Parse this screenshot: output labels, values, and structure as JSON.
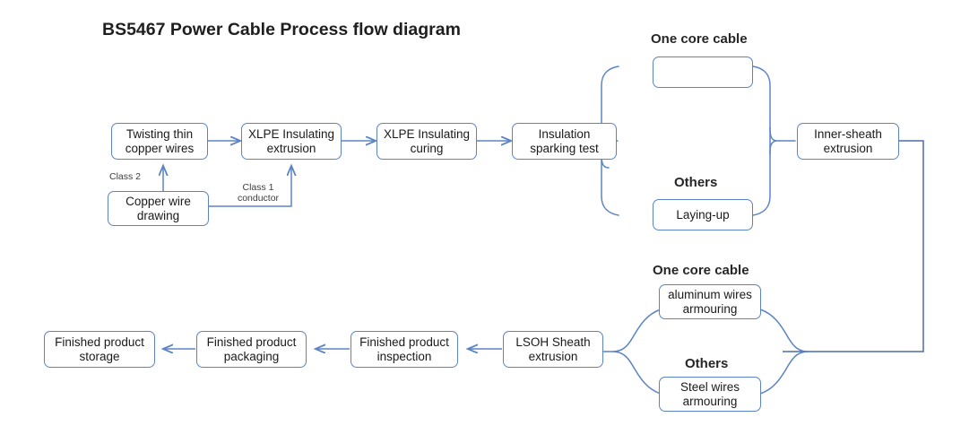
{
  "title": "BS5467 Power Cable Process flow diagram",
  "colors": {
    "box_border": "#5B84C4",
    "connector": "#5B84C4",
    "thick_arrow": "#2E5399",
    "text": "#1a1a1a",
    "group_label": "#262626",
    "background": "#ffffff"
  },
  "nodes": {
    "twisting": {
      "label": "Twisting thin\ncopper wires"
    },
    "copper_drawing": {
      "label": "Copper wire\ndrawing"
    },
    "xlpe_extrusion": {
      "label": "XLPE Insulating\nextrusion"
    },
    "xlpe_curing": {
      "label": "XLPE Insulating\ncuring"
    },
    "sparking_test": {
      "label": "Insulation\nsparking test"
    },
    "one_core_arrow": {
      "label": ""
    },
    "laying_up": {
      "label": "Laying-up"
    },
    "inner_sheath": {
      "label": "Inner-sheath\nextrusion"
    },
    "aluminum_armouring": {
      "label": "aluminum wires\narmouring"
    },
    "steel_armouring": {
      "label": "Steel wires\narmouring"
    },
    "lsoh_sheath": {
      "label": "LSOH Sheath\nextrusion"
    },
    "product_inspection": {
      "label": "Finished product\ninspection"
    },
    "product_packaging": {
      "label": "Finished product\npackaging"
    },
    "product_storage": {
      "label": "Finished product\nstorage"
    }
  },
  "group_labels": {
    "one_core_top": "One core cable",
    "others_top": "Others",
    "one_core_bottom": "One core cable",
    "others_bottom": "Others"
  },
  "edge_labels": {
    "class2": "Class 2",
    "class1": "Class 1\nconductor"
  }
}
